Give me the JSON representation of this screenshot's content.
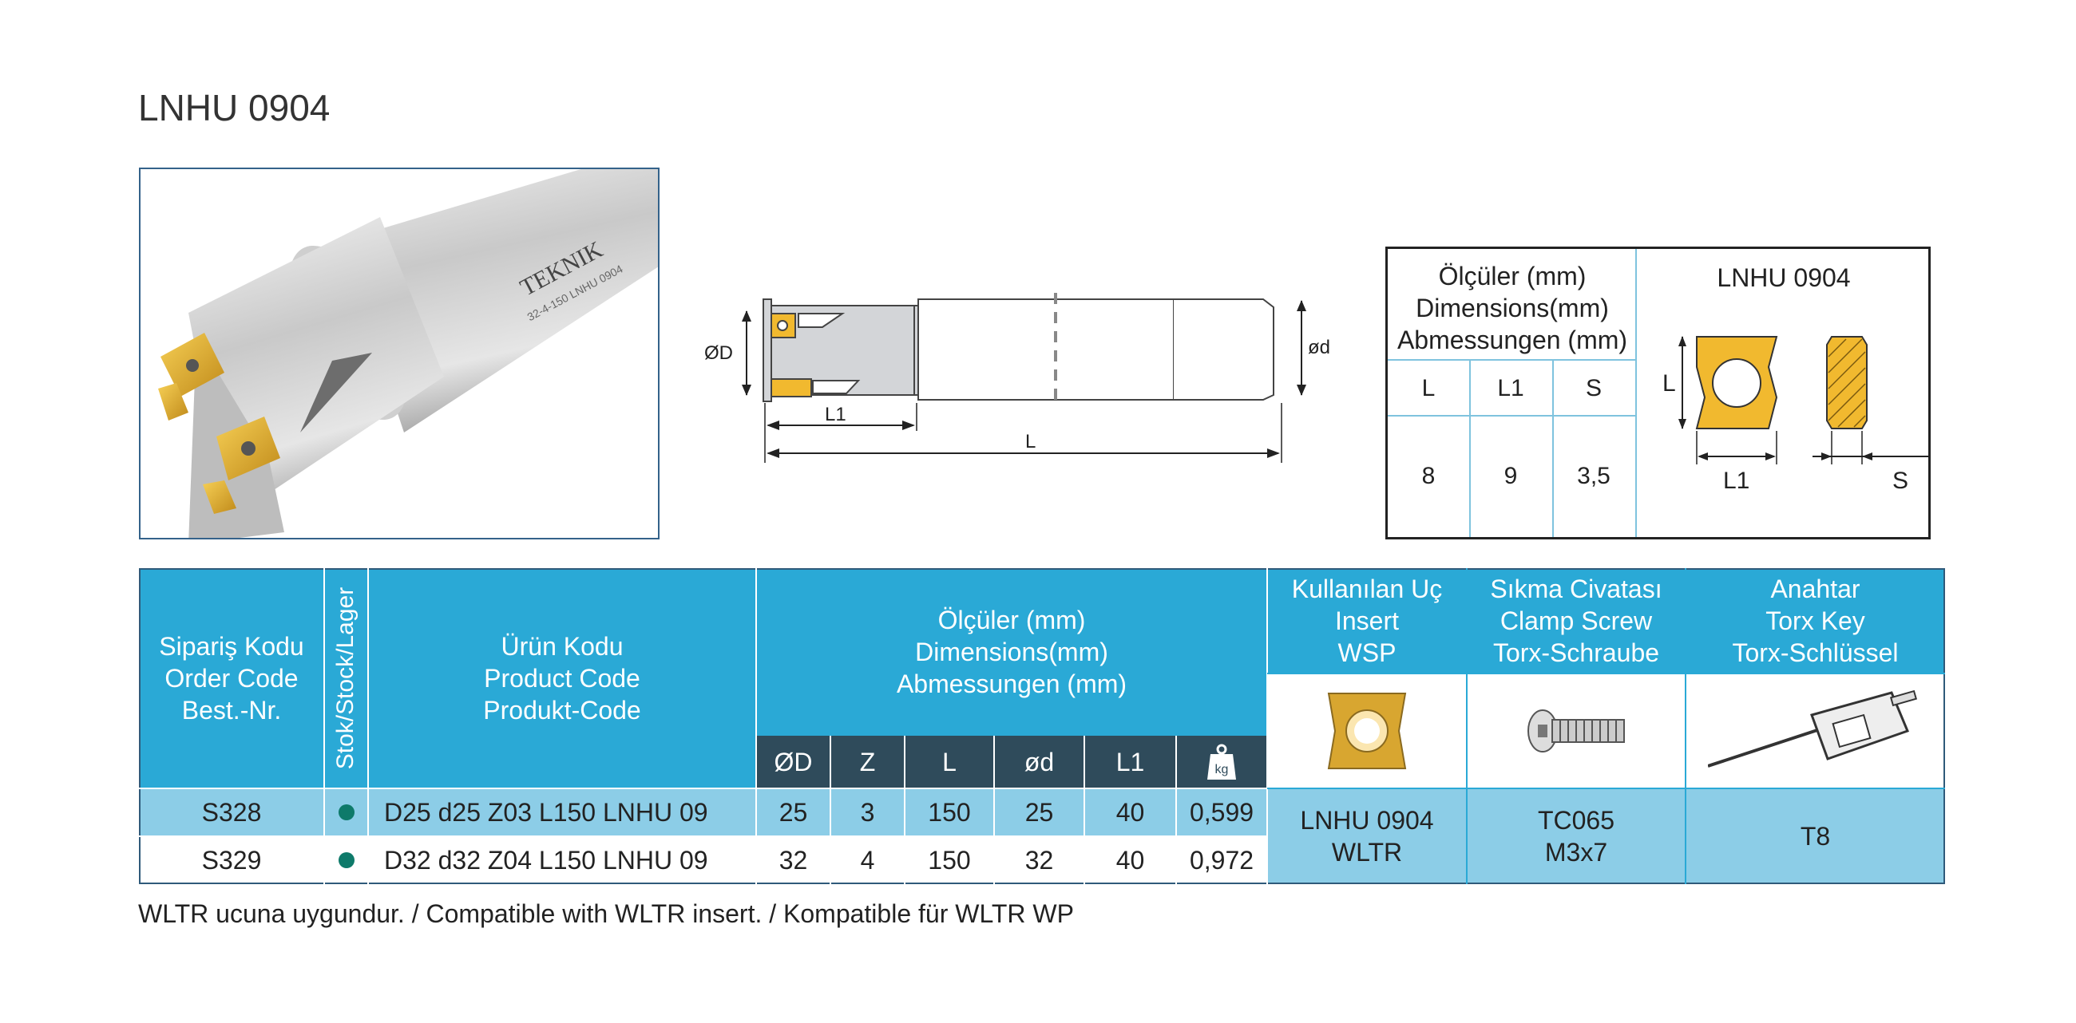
{
  "title": "LNHU 0904",
  "photo": {
    "brand": "TEKNIK",
    "engraving": "32-4-150 LNHU 0904"
  },
  "drawing": {
    "label_D": "ØD",
    "label_d": "ød",
    "label_L1": "L1",
    "label_L": "L"
  },
  "insert_dims": {
    "header_lines": [
      "Ölçüler (mm)",
      "Dimensions(mm)",
      "Abmessungen (mm)"
    ],
    "insert_name": "LNHU 0904",
    "cols": [
      "L",
      "L1",
      "S"
    ],
    "values": [
      "8",
      "9",
      "3,5"
    ],
    "fig_labels": {
      "L": "L",
      "L1": "L1",
      "S": "S"
    }
  },
  "table": {
    "order_code_lines": [
      "Sipariş Kodu",
      "Order Code",
      "Best.-Nr."
    ],
    "stock_label": "Stok/Stock/Lager",
    "product_code_lines": [
      "Ürün Kodu",
      "Product Code",
      "Produkt-Code"
    ],
    "dims_lines": [
      "Ölçüler (mm)",
      "Dimensions(mm)",
      "Abmessungen (mm)"
    ],
    "dim_cols": [
      "ØD",
      "Z",
      "L",
      "ød",
      "L1"
    ],
    "weight_icon_label": "kg",
    "insert_lines": [
      "Kullanılan Uç",
      "Insert",
      "WSP"
    ],
    "screw_lines": [
      "Sıkma Civatası",
      "Clamp Screw",
      "Torx-Schraube"
    ],
    "key_lines": [
      "Anahtar",
      "Torx Key",
      "Torx-Schlüssel"
    ],
    "rows": [
      {
        "order": "S328",
        "product": "D25 d25 Z03 L150 LNHU 09",
        "D": "25",
        "Z": "3",
        "L": "150",
        "d": "25",
        "L1": "40",
        "kg": "0,599"
      },
      {
        "order": "S329",
        "product": "D32 d32 Z04 L150 LNHU 09",
        "D": "32",
        "Z": "4",
        "L": "150",
        "d": "32",
        "L1": "40",
        "kg": "0,972"
      }
    ],
    "insert_part_lines": [
      "LNHU 0904",
      "WLTR"
    ],
    "screw_part_lines": [
      "TC065",
      "M3x7"
    ],
    "key_part": "T8",
    "stock_dot_color": "#0e7a6a"
  },
  "footer": "WLTR ucuna uygundur. / Compatible with WLTR insert. / Kompatible für WLTR WP"
}
